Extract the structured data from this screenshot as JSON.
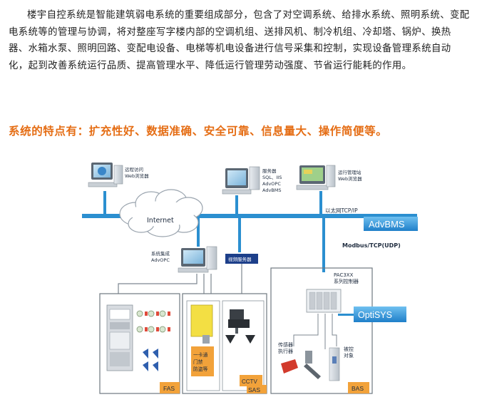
{
  "intro": "楼宇自控系统是智能建筑弱电系统的重要组成部分，包含了对空调系统、给排水系统、照明系统、变配电系统等的管理与协调，将对整座写字楼内部的空调机组、送排风机、制冷机组、冷却塔、锅炉、换热器、水箱水泵、照明回路、变配电设备、电梯等机电设备进行信号采集和控制，实现设备管理系统自动化，起到改善系统运行品质、提高管理水平、降低运行管理劳动强度、节省运行能耗的作用。",
  "features": "系统的特点有：扩充性好、数据准确、安全可靠、信息量大、操作简便等。",
  "diagram": {
    "remote_browser": [
      "远程访问",
      "Web浏览器"
    ],
    "server": [
      "服务器",
      "SQL、IIS",
      "AdvOPC",
      "AdvBMS"
    ],
    "operator_station": [
      "运行管理站",
      "Web浏览器"
    ],
    "internet": "Internet",
    "ethernet": "以太网TCP/IP",
    "advbms": "AdvBMS",
    "modbus": "Modbus/TCP(UDP)",
    "integration": [
      "系统集成",
      "AdvOPC"
    ],
    "video_server": "视频服务器",
    "pac": [
      "PAC3XX",
      "系列控制器"
    ],
    "optisys": "OptiSYS",
    "sensor": [
      "传感器",
      "执行器"
    ],
    "controlled": [
      "被控",
      "对象"
    ],
    "access": [
      "一卡通",
      "门禁",
      "防盗等"
    ],
    "cctv": "CCTV",
    "fas": "FAS",
    "sas": "SAS",
    "bas": "BAS"
  },
  "colors": {
    "bus": "#2b8fd0",
    "orange_text": "#e56d14",
    "label_bg": "#f2a23a",
    "banner": "#2a8dd4",
    "video_bg": "#1d3f8a"
  }
}
